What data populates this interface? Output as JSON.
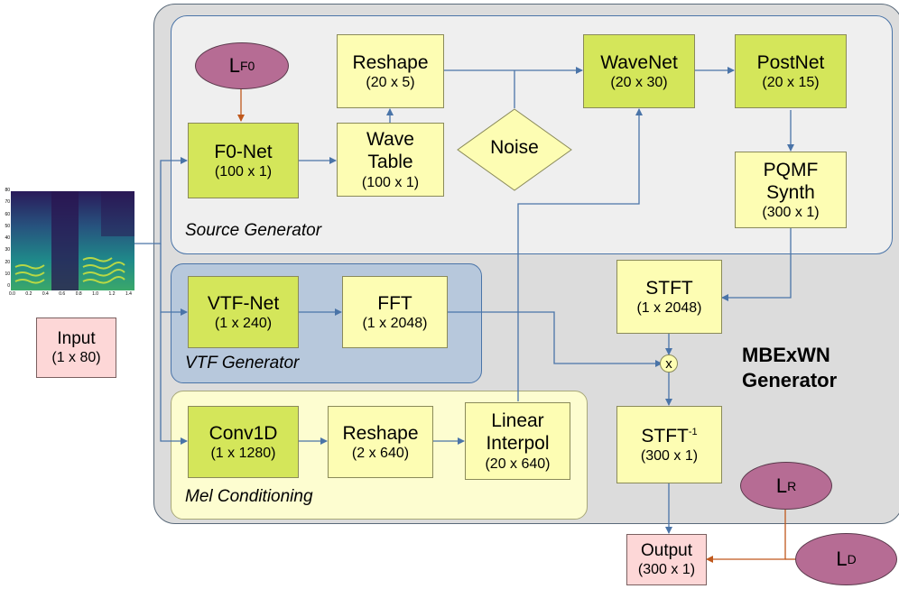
{
  "panels": {
    "generator": "MBExWN\nGenerator",
    "source": "Source Generator",
    "vtf": "VTF Generator",
    "mel": "Mel Conditioning"
  },
  "blocks": {
    "f0net": {
      "name": "F0-Net",
      "dims": "(100 x 1)"
    },
    "reshape1": {
      "name": "Reshape",
      "dims": "(20 x 5)"
    },
    "wavetable": {
      "name": "Wave\nTable",
      "dims": "(100 x 1)"
    },
    "noise": {
      "name": "Noise"
    },
    "wavenet": {
      "name": "WaveNet",
      "dims": "(20 x 30)"
    },
    "postnet": {
      "name": "PostNet",
      "dims": "(20 x 15)"
    },
    "pqmf": {
      "name": "PQMF\nSynth",
      "dims": "(300 x 1)"
    },
    "stft": {
      "name": "STFT",
      "dims": "(1 x 2048)"
    },
    "multiply": {
      "symbol": "x"
    },
    "istft": {
      "name": "STFT",
      "sup": "-1",
      "dims": "(300 x 1)"
    },
    "vtfnet": {
      "name": "VTF-Net",
      "dims": "(1 x 240)"
    },
    "fft": {
      "name": "FFT",
      "dims": "(1 x 2048)"
    },
    "conv1d": {
      "name": "Conv1D",
      "dims": "(1 x 1280)"
    },
    "reshape2": {
      "name": "Reshape",
      "dims": "(2 x 640)"
    },
    "interp": {
      "name": "Linear\nInterpol",
      "dims": "(20 x 640)"
    },
    "input": {
      "name": "Input",
      "dims": "(1 x 80)"
    },
    "output": {
      "name": "Output",
      "dims": "(300 x 1)"
    }
  },
  "losses": {
    "lf0": {
      "main": "L",
      "sub": "F0"
    },
    "lr": {
      "main": "L",
      "sub": "R"
    },
    "ld": {
      "main": "L",
      "sub": "D"
    }
  },
  "spectrogram": {
    "y_ticks": [
      "80",
      "70",
      "60",
      "50",
      "40",
      "30",
      "20",
      "10",
      "0"
    ],
    "x_ticks": [
      "0.0",
      "0.2",
      "0.4",
      "0.6",
      "0.8",
      "1.0",
      "1.2",
      "1.4"
    ]
  },
  "colors": {
    "block_green": "#d4e65a",
    "block_yellow": "#fdfdb3",
    "io_pink": "#fdd7d7",
    "loss_purple": "#b66c94",
    "arrow_blue": "#4a74a8",
    "arrow_orange": "#c0581c"
  }
}
